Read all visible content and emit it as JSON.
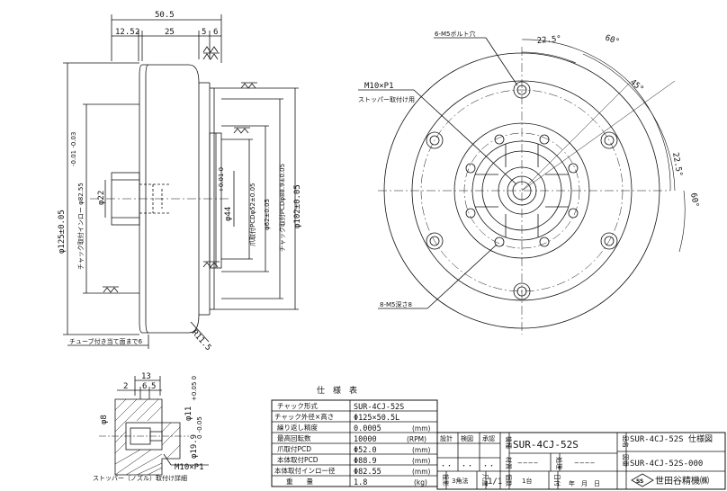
{
  "side_view": {
    "dims": {
      "overall_length": "50.5",
      "d1": "12.5",
      "d2": "2",
      "d3": "25",
      "d4": "5",
      "d5": "6",
      "dia_outer": "φ125±0.05",
      "dia_inlay": "チャック取付インロー φ82.55",
      "dia_inlay_tol": "-0.01 -0.03",
      "dia_22": "φ22",
      "dia_44": "φ44",
      "dia_44_tol": "+0.01 0",
      "dia_pcd52": "爪取付PCDφ52±0.05",
      "dia_62": "φ62±0.05",
      "dia_pcd88": "チャック取付PCDφ88.9±0.05",
      "dia_102": "φ102±0.05",
      "radius": "R11.5",
      "tube_note": "チューブ付き当て面まで6"
    }
  },
  "front_view": {
    "callouts": {
      "bolt_holes": "6-M5ボルト穴",
      "stopper_screw": "M10×P1",
      "stopper_note": "ストッパー取付け用",
      "tapped_holes": "8-M5深さ8"
    },
    "angles": [
      "22.5°",
      "60°",
      "45°",
      "22.5°",
      "60°"
    ]
  },
  "detail_view": {
    "dims": {
      "d13": "13",
      "d2": "2",
      "d6": "6",
      "d5": "5",
      "dia8": "φ8",
      "dia11": "φ11",
      "dia11_tol": "+0.05 0",
      "dia19": "φ19.9",
      "dia19_tol": "0 -0.05",
      "thread": "M10×P1"
    },
    "caption": "ストッパー（ノズル）取付け詳細"
  },
  "spec_table": {
    "title": "仕　様　表",
    "rows": [
      {
        "label": "チャック形式",
        "value": "SUR-4CJ-52S",
        "unit": ""
      },
      {
        "label": "チャック外径×高さ",
        "value": "Φ125×50.5L",
        "unit": ""
      },
      {
        "label": "繰り返し精度",
        "value": "0.0005",
        "unit": "(mm)"
      },
      {
        "label": "最高回転数",
        "value": "10000",
        "unit": "(RPM)"
      },
      {
        "label": "爪取付PCD",
        "value": "Φ52.0",
        "unit": "(mm)"
      },
      {
        "label": "本体取付PCD",
        "value": "Φ88.9",
        "unit": "(mm)"
      },
      {
        "label": "本体取付インロー径",
        "value": "Φ82.55",
        "unit": "(mm)"
      },
      {
        "label": "重　　量",
        "value": "1.8",
        "unit": "(kg)"
      }
    ]
  },
  "title_block": {
    "design": "設計",
    "check": "検図",
    "approve": "承認",
    "name_label": "機種",
    "material_label": "材質",
    "treatment_label": "処理",
    "model": "SUR-4CJ-52S",
    "name_label2": "品名",
    "drawing_title": "SUR-4CJ-52S 仕様図",
    "drawing_no_label": "図番",
    "drawing_no": "SUR-4CJ-52S-000",
    "projection_label": "投影",
    "projection": "3角法",
    "scale_label": "尺度",
    "scale": "1/1",
    "qty_label": "個数",
    "qty": "1台",
    "date_label": "日付",
    "date_text": "年　月　日",
    "dash": "−−−−",
    "dots": "・・",
    "company": "世田谷精機㈱",
    "company_mark": "SS"
  }
}
